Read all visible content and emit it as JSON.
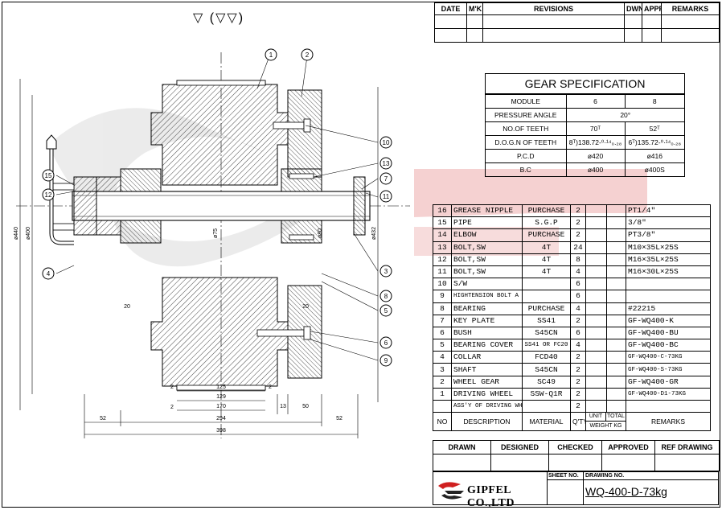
{
  "roughness_symbol": "▽ (▽▽)",
  "revisions": {
    "headers": [
      "DATE",
      "M'K",
      "REVISIONS",
      "DWN",
      "APPR",
      "REMARKS"
    ]
  },
  "gear_spec": {
    "title": "GEAR SPECIFICATION",
    "rows": [
      [
        "MODULE",
        "6",
        "8"
      ],
      [
        "PRESSURE ANGLE",
        "20°",
        ""
      ],
      [
        "NO.OF TEETH",
        "70ᵀ",
        "52ᵀ"
      ],
      [
        "D.O.G.N OF TEETH",
        "8ᵀ)138.72-⁰·¹⁴₀.₂₈",
        "6ᵀ)135.72-⁰·¹⁴₀.₂₈"
      ],
      [
        "P.C.D",
        "ø420",
        "ø416"
      ],
      [
        "B.C",
        "ø400",
        "ø400S"
      ]
    ]
  },
  "bom": {
    "rows": [
      [
        "16",
        "GREASE NIPPLE",
        "PURCHASE",
        "2",
        "",
        "",
        "PT1/4\""
      ],
      [
        "15",
        "PIPE",
        "S.G.P",
        "2",
        "",
        "",
        "3/8\""
      ],
      [
        "14",
        "ELBOW",
        "PURCHASE",
        "2",
        "",
        "",
        "PT3/8\""
      ],
      [
        "13",
        "BOLT,SW",
        "4T",
        "24",
        "",
        "",
        "M10×35L×25S"
      ],
      [
        "12",
        "BOLT,SW",
        "4T",
        "8",
        "",
        "",
        "M16×35L×25S"
      ],
      [
        "11",
        "BOLT,SW",
        "4T",
        "4",
        "",
        "",
        "M16×30L×25S"
      ],
      [
        "10",
        "S/W",
        "",
        "6",
        "",
        "",
        ""
      ],
      [
        "9",
        "HIGHTENSION BOLT A",
        "",
        "6",
        "",
        "",
        ""
      ],
      [
        "8",
        "BEARING",
        "PURCHASE",
        "4",
        "",
        "",
        "#22215"
      ],
      [
        "7",
        "KEY PLATE",
        "SS41",
        "2",
        "",
        "",
        "GF-WQ400-K"
      ],
      [
        "6",
        "BUSH",
        "S45CN",
        "6",
        "",
        "",
        "GF-WQ400-BU"
      ],
      [
        "5",
        "BEARING COVER",
        "SS41 OR FC20",
        "4",
        "",
        "",
        "GF-WQ400-BC"
      ],
      [
        "4",
        "COLLAR",
        "FCD40",
        "2",
        "",
        "",
        "GF-WQ400-C-73KG"
      ],
      [
        "3",
        "SHAFT",
        "S45CN",
        "2",
        "",
        "",
        "GF-WQ400-S-73KG"
      ],
      [
        "2",
        "WHEEL GEAR",
        "SC49",
        "2",
        "",
        "",
        "GF-WQ400-GR"
      ],
      [
        "1",
        "DRIVING WHEEL",
        "SSW-Q1R",
        "2",
        "",
        "",
        "GF-WQ400-D1-73KG"
      ],
      [
        "",
        "ASS'Y OF DRIVING WHEEL",
        "",
        "2",
        "",
        "",
        ""
      ]
    ],
    "header": {
      "no": "NO",
      "description": "DESCRIPTION",
      "material": "MATERIAL",
      "qty": "Q'TY",
      "unit": "UNIT",
      "total": "TOTAL",
      "weight": "WEIGHT KG",
      "remarks": "REMARKS"
    }
  },
  "title_block": {
    "headers": [
      "DRAWN",
      "DESIGNED",
      "CHECKED",
      "APPROVED",
      "REF DRAWING"
    ],
    "company": "GIPFEL CO.,LTD",
    "sheet_no_label": "SHEET NO.",
    "drawing_no_label": "DRAWING NO.",
    "drawing_no": "WQ-400-D-73kg"
  },
  "drawing": {
    "balloons": [
      "1",
      "2",
      "10",
      "13",
      "7",
      "11",
      "15",
      "12",
      "4",
      "3",
      "8",
      "5",
      "6",
      "9"
    ],
    "dims_bottom": [
      "125",
      "129",
      "170",
      "294",
      "398",
      "52",
      "52",
      "13",
      "50",
      "2",
      "2",
      "20",
      "20",
      "2"
    ],
    "dims_vertical": [
      "ø440",
      "ø400",
      "ø75",
      "ø80",
      "ø432"
    ]
  },
  "colors": {
    "line": "#000000",
    "hatch": "#444444",
    "watermark": "#e0a0a0",
    "logo_red": "#d02020"
  }
}
